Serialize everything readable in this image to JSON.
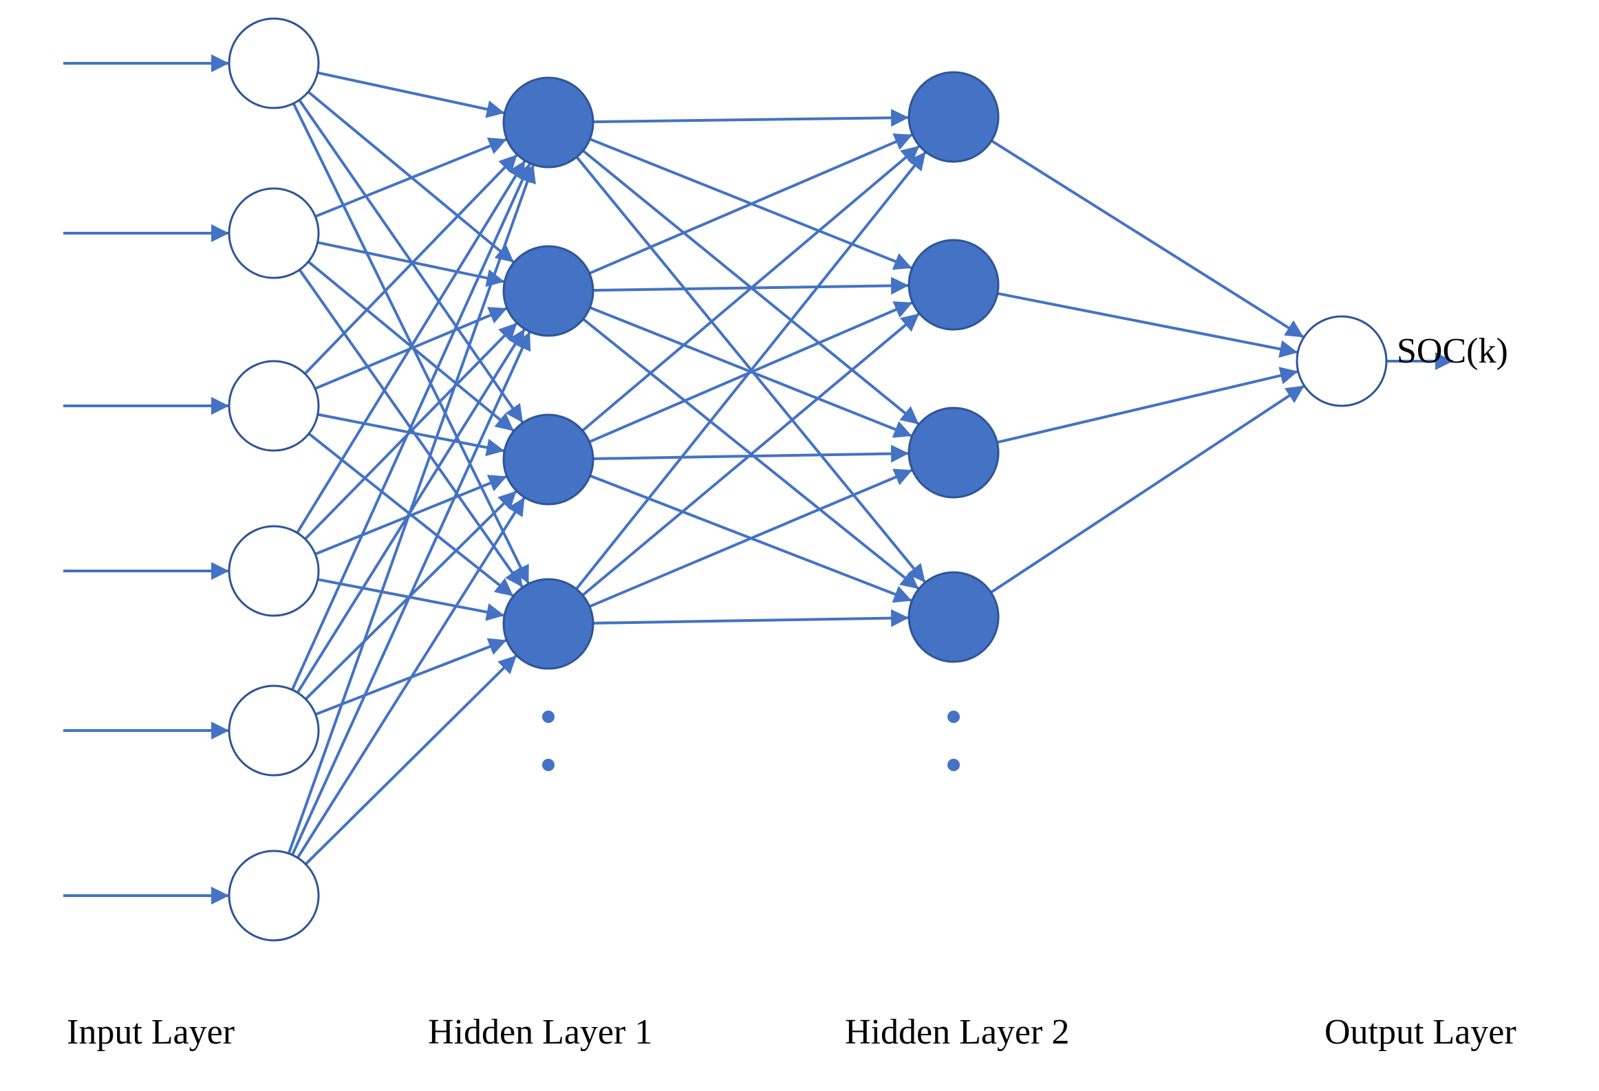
{
  "labels": {
    "input_layer": "Input Layer",
    "hidden_layer_1": "Hidden Layer 1",
    "hidden_layer_2": "Hidden Layer 2",
    "output_layer": "Output Layer",
    "output": "SOC(k)"
  },
  "colors": {
    "accent": "#4472C4",
    "node_fill_hidden": "#4472C4",
    "node_stroke": "#2F5597",
    "node_fill_io": "#FFFFFF",
    "text": "#000000"
  },
  "network": {
    "input_nodes": 6,
    "hidden1_nodes_shown": 4,
    "hidden2_nodes_shown": 4,
    "output_nodes": 1,
    "hidden_layers_continue": true
  }
}
